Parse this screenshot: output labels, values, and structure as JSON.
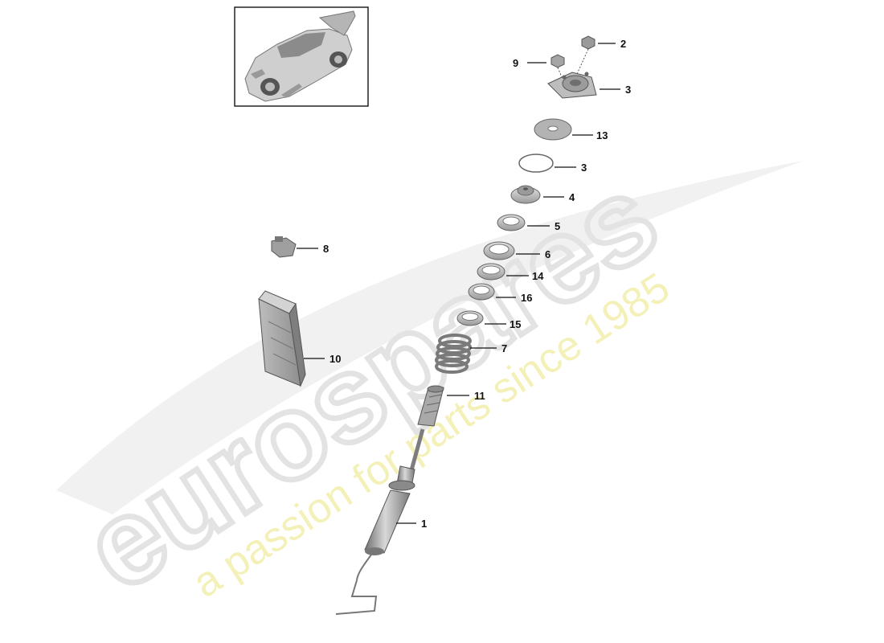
{
  "watermark": {
    "brand": "eurospares",
    "tagline": "a passion for parts since 1985"
  },
  "thumbnail": {
    "icon": "car-thumbnail-icon"
  },
  "callouts": [
    {
      "id": "c2",
      "number": "2"
    },
    {
      "id": "c9",
      "number": "9"
    },
    {
      "id": "c3a",
      "number": "3"
    },
    {
      "id": "c13",
      "number": "13"
    },
    {
      "id": "c3b",
      "number": "3"
    },
    {
      "id": "c4",
      "number": "4"
    },
    {
      "id": "c5",
      "number": "5"
    },
    {
      "id": "c6",
      "number": "6"
    },
    {
      "id": "c14",
      "number": "14"
    },
    {
      "id": "c16",
      "number": "16"
    },
    {
      "id": "c15",
      "number": "15"
    },
    {
      "id": "c7",
      "number": "7"
    },
    {
      "id": "c11",
      "number": "11"
    },
    {
      "id": "c8",
      "number": "8"
    },
    {
      "id": "c10",
      "number": "10"
    },
    {
      "id": "c1",
      "number": "1"
    }
  ],
  "colors": {
    "part_fill": "#c9c9c9",
    "part_dark": "#8a8a8a",
    "watermark_gray": "#e6e6e6",
    "watermark_yellow": "#f3f0b4"
  }
}
